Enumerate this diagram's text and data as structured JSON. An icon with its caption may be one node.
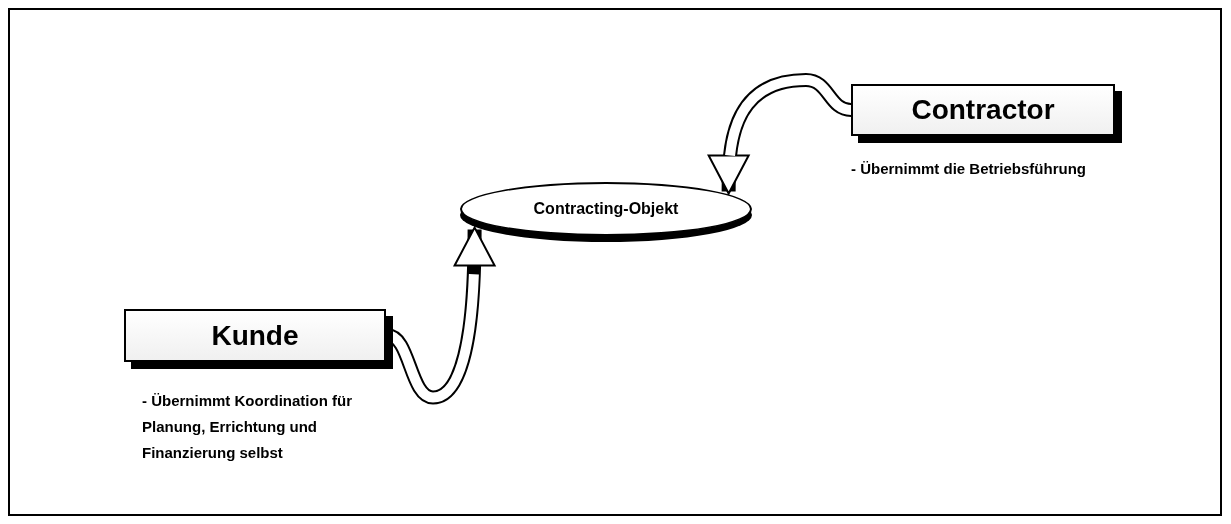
{
  "diagram": {
    "nodes": [
      {
        "text": [
          "Contractor"
        ],
        "beside": [
          "- Übernimmt die Betriebsführung"
        ]
      },
      {
        "text": [
          "Contracting-Objekt"
        ]
      },
      {
        "text": [
          "Kunde"
        ],
        "beside": [
          "- Übernimmt Koordination für Planung, Errichtung und Finanzierung selbst"
        ]
      }
    ],
    "edges": [
      {
        "from": 0,
        "to": 1,
        "arrow": "to"
      },
      {
        "from": 2,
        "to": 1,
        "arrow": "to"
      }
    ]
  }
}
